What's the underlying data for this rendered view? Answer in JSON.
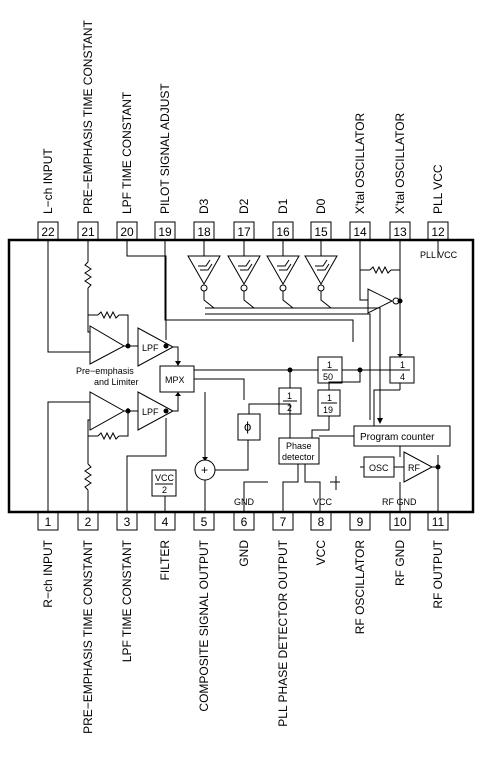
{
  "pins_top": [
    {
      "num": "22",
      "label": "L−ch INPUT"
    },
    {
      "num": "21",
      "label": "PRE−EMPHASIS TIME CONSTANT"
    },
    {
      "num": "20",
      "label": "LPF TIME CONSTANT"
    },
    {
      "num": "19",
      "label": "PILOT SIGNAL ADJUST"
    },
    {
      "num": "18",
      "label": "D3"
    },
    {
      "num": "17",
      "label": "D2"
    },
    {
      "num": "16",
      "label": "D1"
    },
    {
      "num": "15",
      "label": "D0"
    },
    {
      "num": "14",
      "label": "X'tal OSCILLATOR"
    },
    {
      "num": "13",
      "label": "X'tal OSCILLATOR"
    },
    {
      "num": "12",
      "label": "PLL VCC"
    }
  ],
  "pins_bottom": [
    {
      "num": "1",
      "label": "R−ch INPUT"
    },
    {
      "num": "2",
      "label": "PRE−EMPHASIS TIME CONSTANT"
    },
    {
      "num": "3",
      "label": "LPF TIME CONSTANT"
    },
    {
      "num": "4",
      "label": "FILTER"
    },
    {
      "num": "5",
      "label": "COMPOSITE SIGNAL OUTPUT"
    },
    {
      "num": "6",
      "label": "GND"
    },
    {
      "num": "7",
      "label": "PLL PHASE DETECTOR OUTPUT"
    },
    {
      "num": "8",
      "label": "VCC"
    },
    {
      "num": "9",
      "label": "RF OSCILLATOR"
    },
    {
      "num": "10",
      "label": "RF GND"
    },
    {
      "num": "11",
      "label": "RF OUTPUT"
    }
  ],
  "blocks": {
    "lpf_top": "LPF",
    "lpf_bottom": "LPF",
    "mpx": "MPX",
    "preemphasis_line1": "Pre−emphasis",
    "preemphasis_line2": "and Limiter",
    "div50_num": "1",
    "div50_den": "50",
    "div4_num": "1",
    "div4_den": "4",
    "div2_num": "1",
    "div2_den": "2",
    "div19_num": "1",
    "div19_den": "19",
    "phase_shifter": "ϕ",
    "phase_detector_line1": "Phase",
    "phase_detector_line2": "detector",
    "program_counter": "Program counter",
    "osc": "OSC",
    "rf": "RF",
    "adder": "+"
  },
  "inner_labels": {
    "pll_vcc": "PLL VCC",
    "gnd": "GND",
    "vcc": "VCC",
    "rf_gnd": "RF GND",
    "vcc_half_top": "VCC",
    "vcc_half_bottom": "2"
  }
}
